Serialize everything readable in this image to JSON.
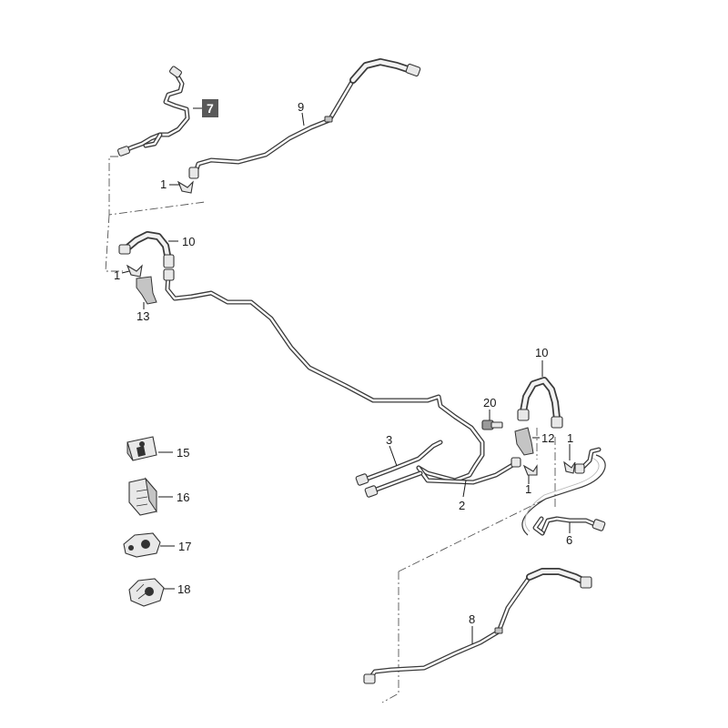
{
  "callouts": {
    "c1_top": "1",
    "c1_left": "1",
    "c1_mid": "1",
    "c1_right": "1",
    "c2": "2",
    "c3": "3",
    "c6": "6",
    "c7": "7",
    "c8": "8",
    "c9": "9",
    "c10_left": "10",
    "c10_right": "10",
    "c12": "12",
    "c13": "13",
    "c15": "15",
    "c16": "16",
    "c17": "17",
    "c18": "18",
    "c20": "20"
  },
  "colors": {
    "highlight_fill": "#595959",
    "line": "#3a3a3a"
  }
}
